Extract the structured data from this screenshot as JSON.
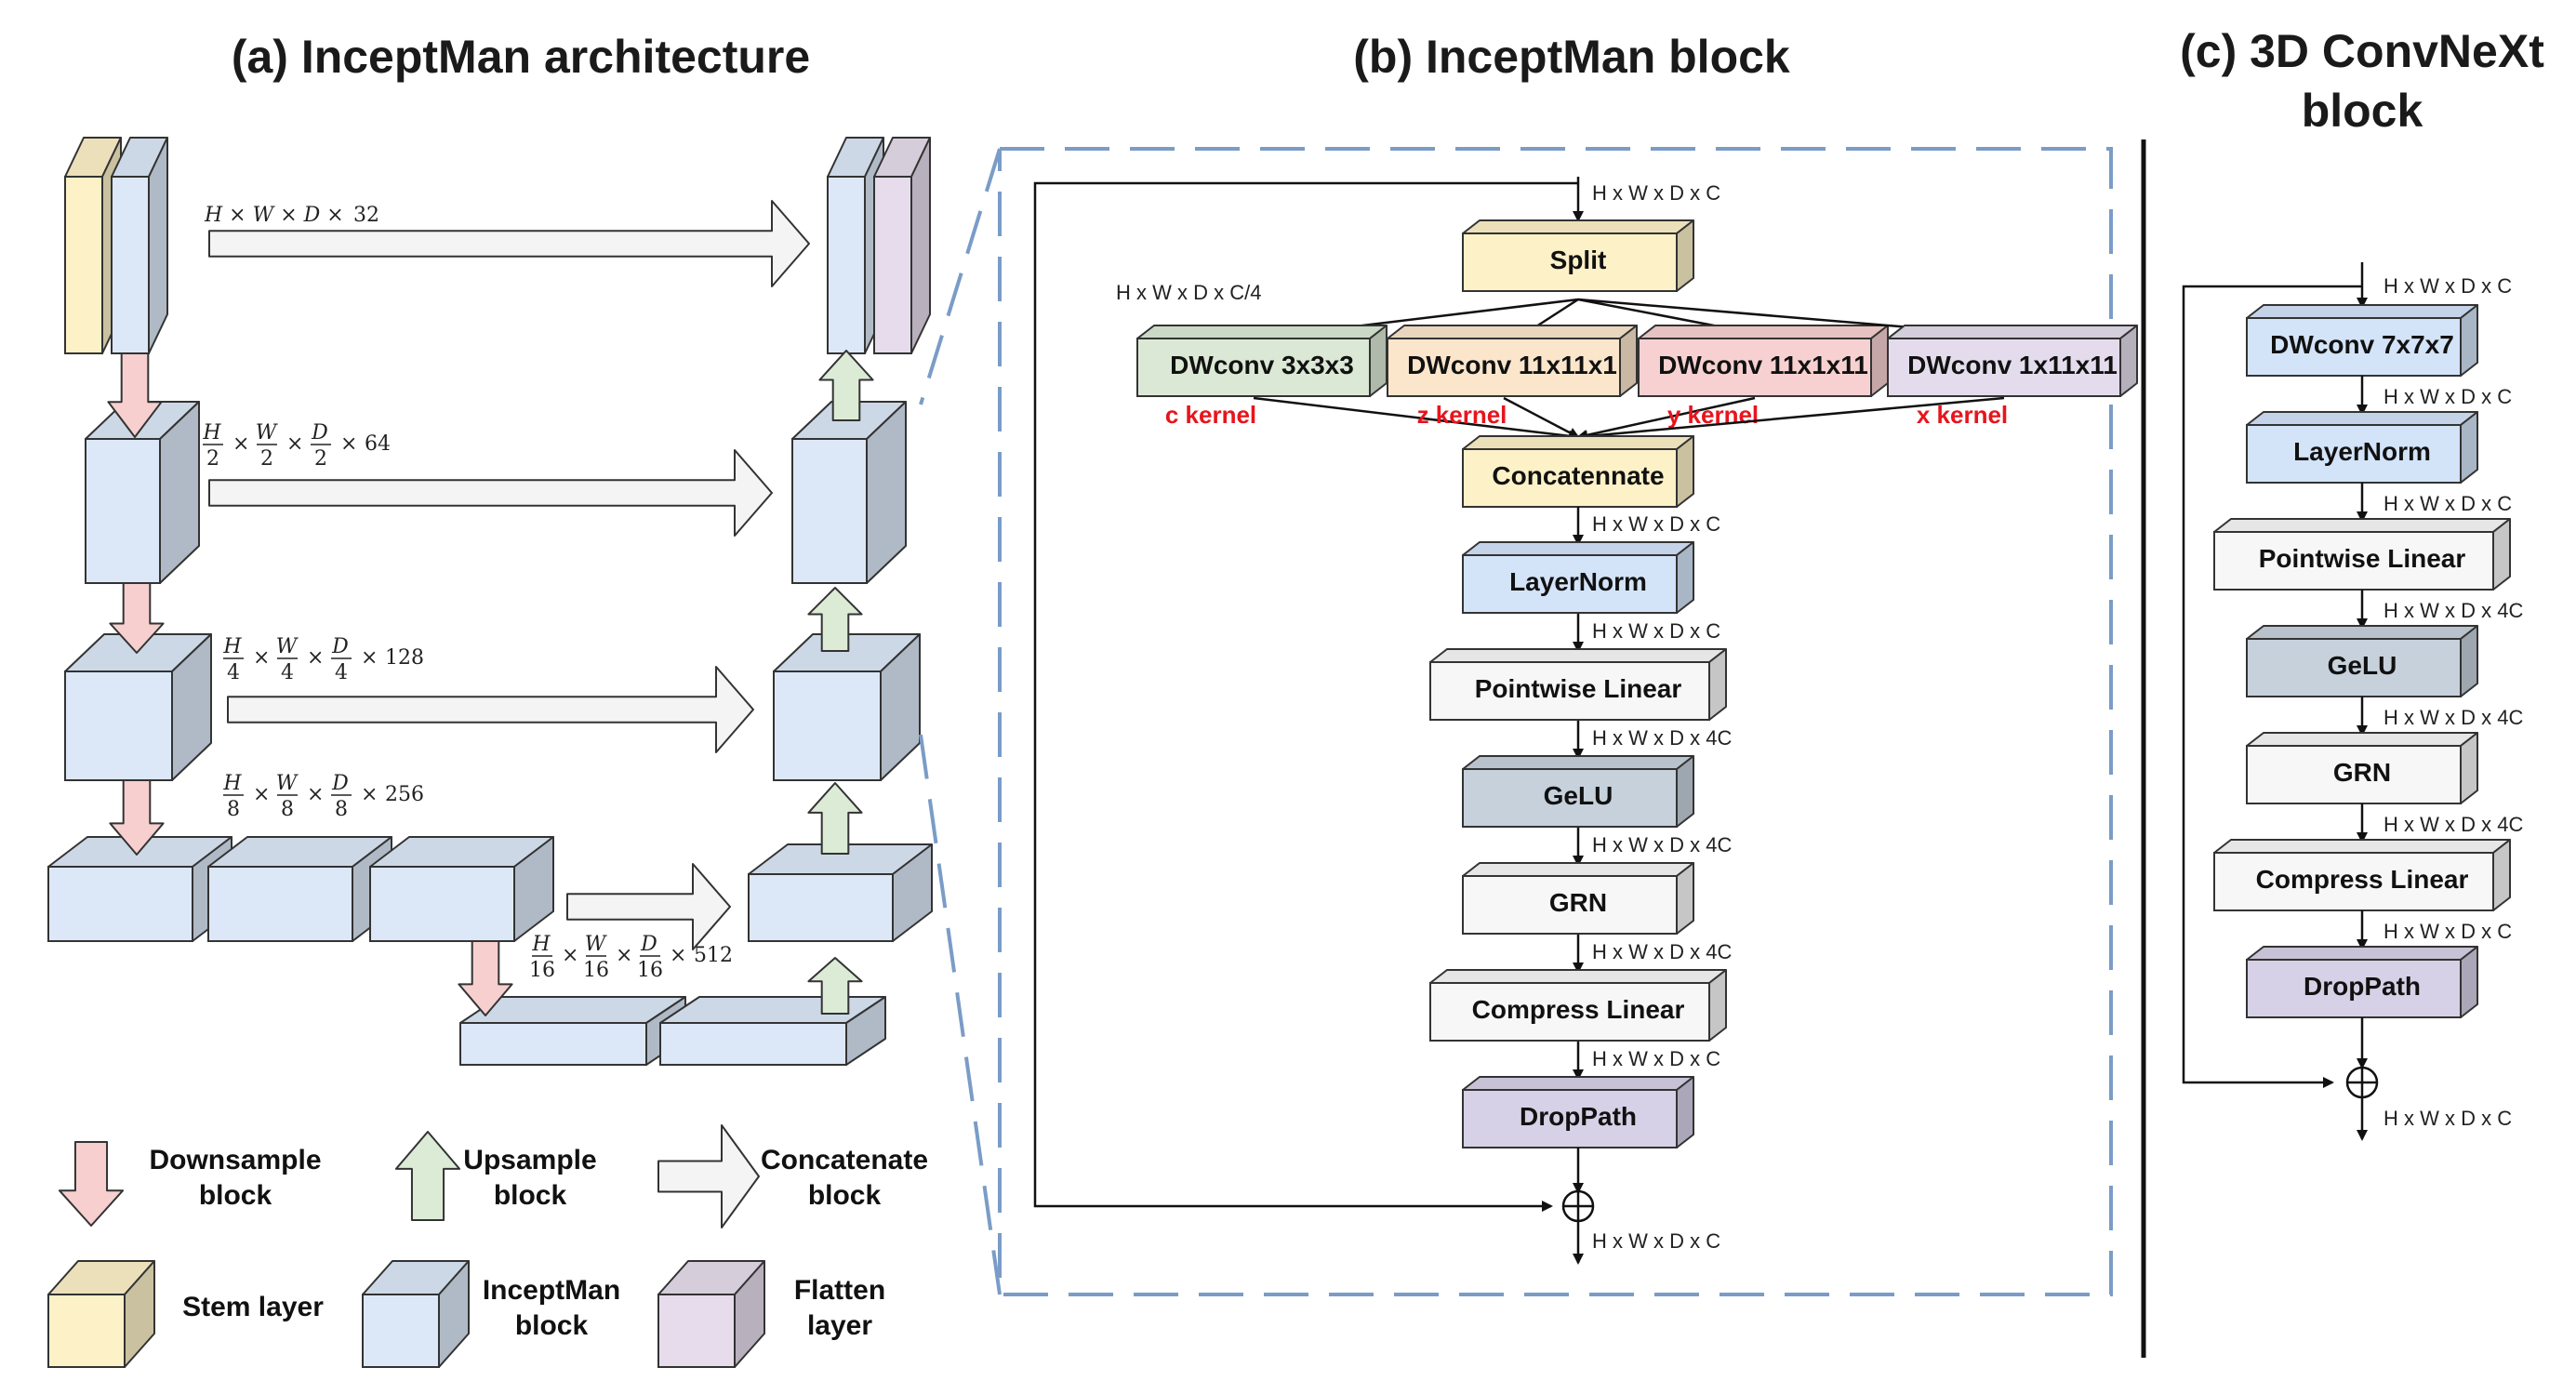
{
  "titles": {
    "a": "(a) InceptMan architecture",
    "b": "(b) InceptMan block",
    "c_line1": "(c) 3D ConvNeXt",
    "c_line2": "block"
  },
  "colors": {
    "stem": "#fdf1c8",
    "inceptman": "#dce8f8",
    "flatten": "#e6dcec",
    "downsample": "#f7cfcf",
    "upsample": "#dcebd6",
    "concat": "#f4f4f4",
    "split": "#fdf1c8",
    "dw_c": "#dbe8d5",
    "dw_z": "#fbe6cc",
    "dw_y": "#f7d1d1",
    "dw_x": "#e4dcec",
    "layernorm": "#d3e3f8",
    "white_block": "#f7f7f7",
    "gelu": "#c6d1dc",
    "droppath": "#d6d1e6",
    "dash": "#7a9cc7",
    "kernel_text": "#e8141c"
  },
  "arch": {
    "dims": [
      {
        "pre": "H",
        "m1": "W",
        "m2": "D",
        "tail": "32",
        "den": ""
      },
      {
        "pre": "H",
        "m1": "W",
        "m2": "D",
        "tail": "64",
        "den": "2"
      },
      {
        "pre": "H",
        "m1": "W",
        "m2": "D",
        "tail": "128",
        "den": "4"
      },
      {
        "pre": "H",
        "m1": "W",
        "m2": "D",
        "tail": "256",
        "den": "8"
      },
      {
        "pre": "H",
        "m1": "W",
        "m2": "D",
        "tail": "512",
        "den": "16"
      }
    ],
    "times": "×"
  },
  "legend": {
    "downsample": [
      "Downsample",
      "block"
    ],
    "upsample": [
      "Upsample",
      "block"
    ],
    "concatenate": [
      "Concatenate",
      "block"
    ],
    "stem": [
      "Stem layer"
    ],
    "inceptman": [
      "InceptMan",
      "block"
    ],
    "flatten": [
      "Flatten",
      "layer"
    ]
  },
  "block_b": {
    "input_dim": "H x W x D x C",
    "split": "Split",
    "split_dim": "H x W x D x C/4",
    "dwconvs": [
      {
        "label": "DWconv 3x3x3",
        "kernel": "c kernel"
      },
      {
        "label": "DWconv 11x11x1",
        "kernel": "z kernel"
      },
      {
        "label": "DWconv 11x1x11",
        "kernel": "y kernel"
      },
      {
        "label": "DWconv 1x11x11",
        "kernel": "x kernel"
      }
    ],
    "concat": "Concatennate",
    "layers": [
      {
        "label": "LayerNorm",
        "dim_before": "H x W x D x C"
      },
      {
        "label": "Pointwise Linear",
        "dim_before": "H x W x D x C"
      },
      {
        "label": "GeLU",
        "dim_before": "H x W x D x 4C"
      },
      {
        "label": "GRN",
        "dim_before": "H x W x D x 4C"
      },
      {
        "label": "Compress Linear",
        "dim_before": "H x W x D x 4C"
      },
      {
        "label": "DropPath",
        "dim_before": "H x W x D x C"
      }
    ],
    "output_dim": "H x W x D x C"
  },
  "block_c": {
    "input_dim": "H x W x D x C",
    "layers": [
      {
        "label": "DWconv 7x7x7",
        "dim_after": "H x W x D x C"
      },
      {
        "label": "LayerNorm",
        "dim_after": "H x W x D x C"
      },
      {
        "label": "Pointwise Linear",
        "dim_after": "H x W x D x 4C"
      },
      {
        "label": "GeLU",
        "dim_after": "H x W x D x 4C"
      },
      {
        "label": "GRN",
        "dim_after": "H x W x D x 4C"
      },
      {
        "label": "Compress Linear",
        "dim_after": "H x W x D x C"
      },
      {
        "label": "DropPath",
        "dim_after": ""
      }
    ],
    "output_dim": "H x W x D x C"
  }
}
